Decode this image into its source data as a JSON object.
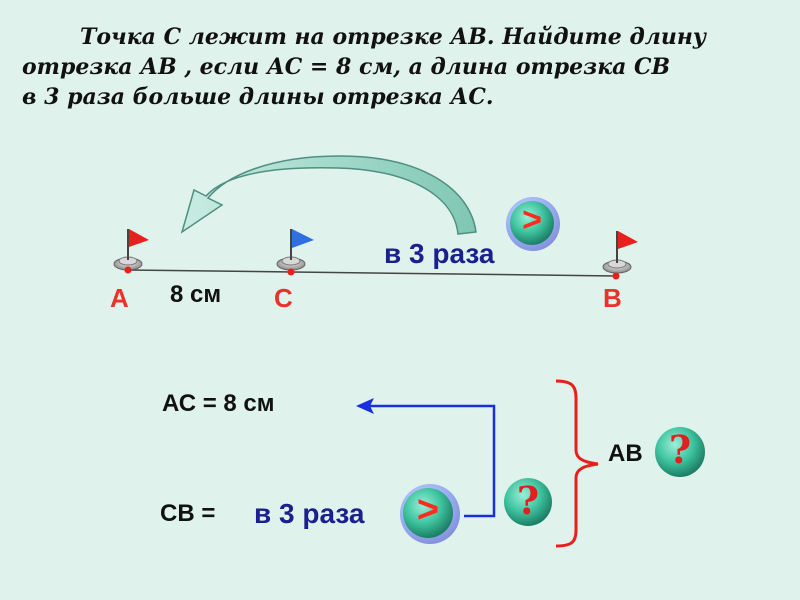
{
  "problem": {
    "line1": "Точка С лежит на отрезке АВ. Найдите длину",
    "line2": "отрезка АВ , если АС = 8 см, а длина отрезка СВ",
    "line3": "в 3 раза больше длины отрезка АС."
  },
  "diagram": {
    "point_a": "А",
    "point_c": "С",
    "point_b": "В",
    "ac_length": "8 см",
    "ratio_text": "в 3 раза",
    "greater_sign": ">"
  },
  "summary": {
    "ac_eq": "АС = 8 см",
    "cb_eq": "СВ =",
    "ratio_text": "в 3 раза",
    "greater_sign": ">",
    "question": "?",
    "ab_label": "АВ",
    "ab_question": "?"
  },
  "colors": {
    "background": "#dff2ec",
    "point_label": "#e8322a",
    "ratio_text": "#1d1f8f",
    "flag_red": "#e8201c",
    "flag_blue": "#2f6fe0",
    "arrow_blue": "#1a2ee0",
    "bracket_red": "#e8201c"
  }
}
